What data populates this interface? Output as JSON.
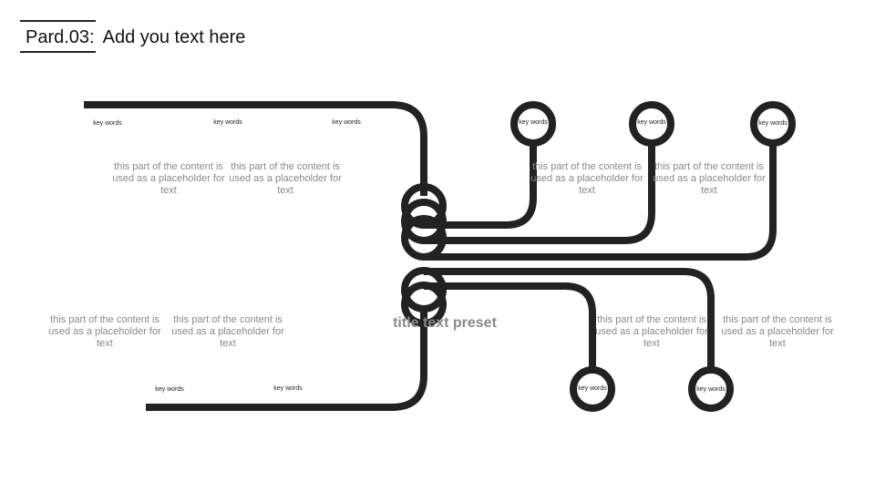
{
  "header": {
    "part": "Pard.03:",
    "title": "Add you text here"
  },
  "center_title": "title text preset",
  "keywords": {
    "top_left": [
      "key words",
      "key words",
      "key words"
    ],
    "top_right": [
      "key words",
      "key words",
      "key words"
    ],
    "bottom_left": [
      "key words",
      "key words"
    ],
    "bottom_right": [
      "key words",
      "key words"
    ]
  },
  "placeholders": {
    "top_left": [
      "this part of the content is used as a placeholder for text",
      "this part of the content is used as a placeholder for text"
    ],
    "top_right": [
      "this part of the content is used as a placeholder for text",
      "this part of the content is used as a placeholder for text"
    ],
    "bottom_left": [
      "this part of the content is used as a placeholder for text",
      "this part of the content is used as a placeholder for text"
    ],
    "bottom_right": [
      "this part of the content is used as a placeholder for text",
      "this part of the content is used as a placeholder for text"
    ]
  },
  "colors": {
    "line": "#222222",
    "muted_text": "#8a8a8a"
  }
}
